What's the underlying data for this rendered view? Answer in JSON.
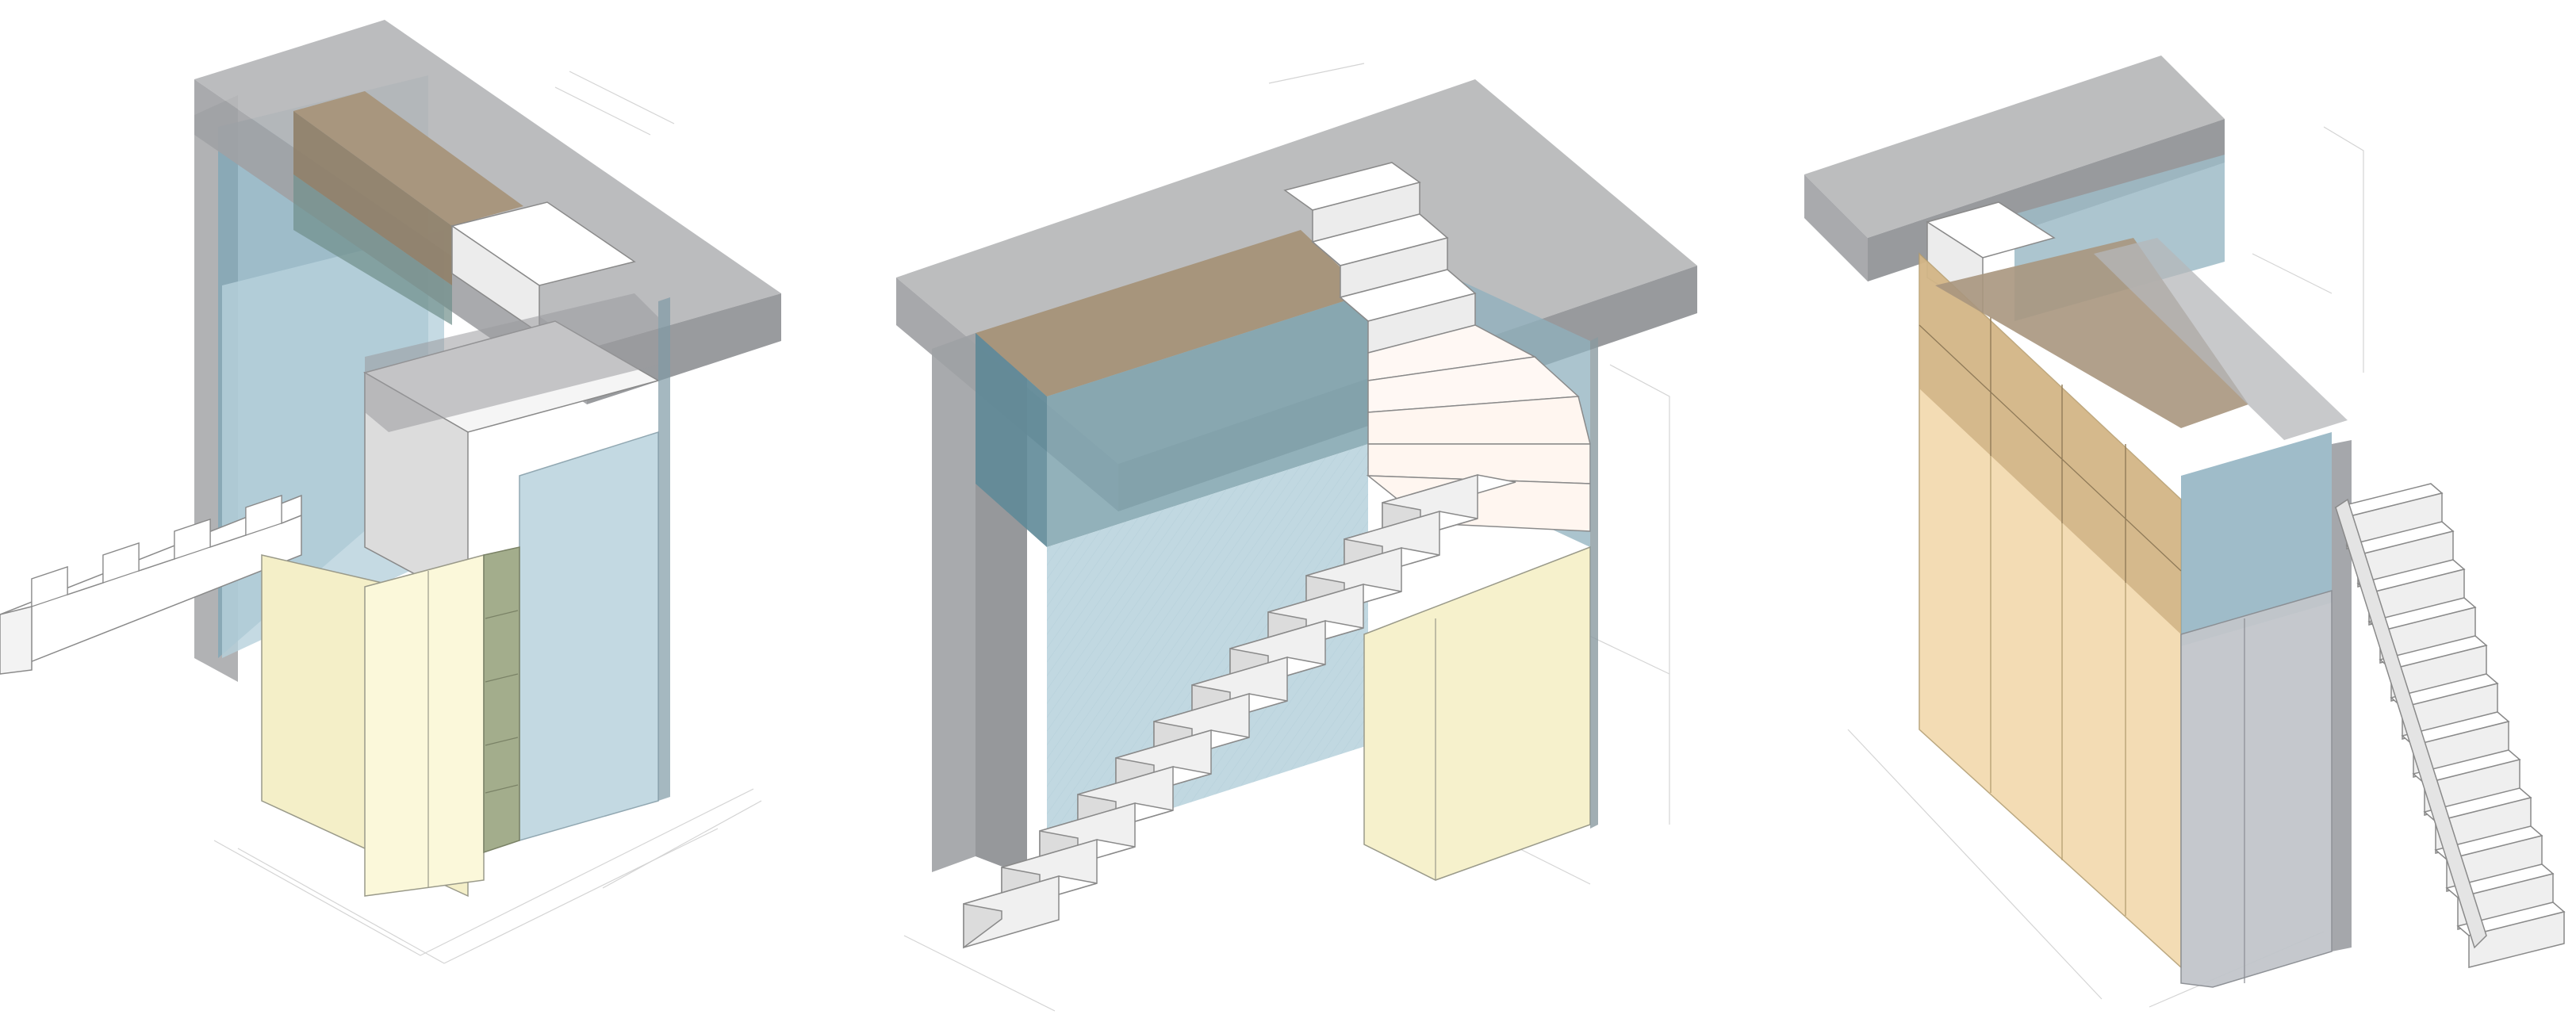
{
  "colors": {
    "slab_top": "#b7b8ba",
    "slab_side": "#9d9fa2",
    "glass_blue": "#7fa7b8",
    "glass_blue_light": "#b9d3de",
    "wood": "#a6937a",
    "cream": "#f6f1cc",
    "stair_top": "#ffffff",
    "stair_side": "#e8e8e8",
    "stair_edge": "#8a8a8a",
    "green_shelf": "#a2ad8c",
    "amber_panel": "#f0d6a6",
    "dimension": "#cfcfcf"
  },
  "diagram": {
    "views": [
      {
        "id": "view-left"
      },
      {
        "id": "view-middle"
      },
      {
        "id": "view-right"
      }
    ]
  }
}
